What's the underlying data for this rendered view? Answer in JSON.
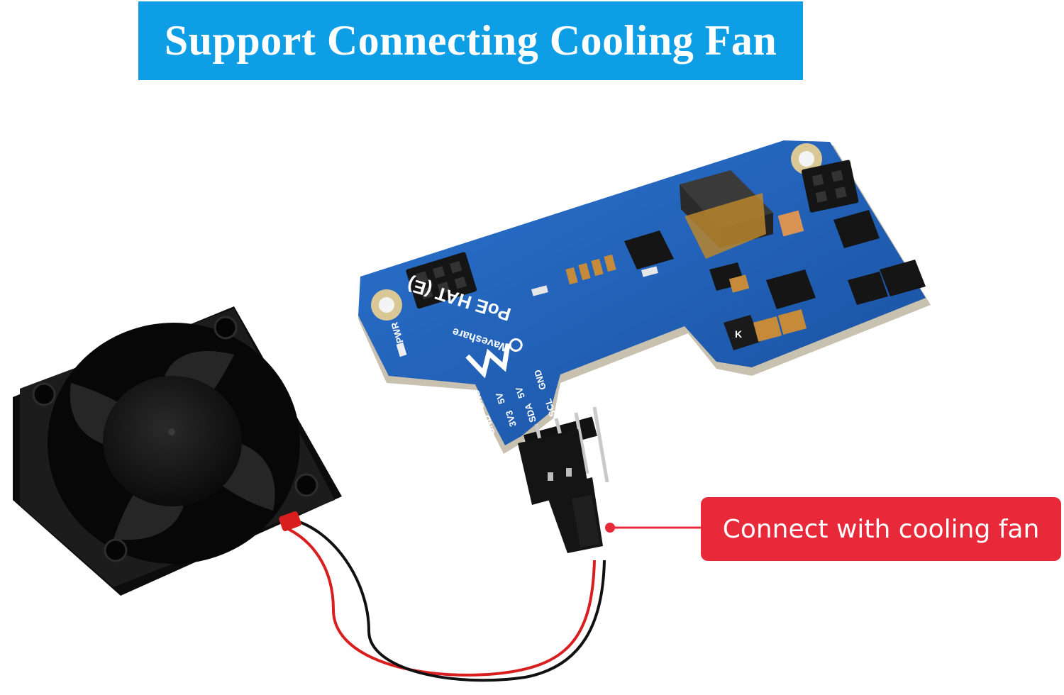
{
  "title": "Support Connecting Cooling Fan",
  "callout": "Connect with cooling fan",
  "board": {
    "name": "PoE HAT (E)",
    "brand": "Waveshare",
    "pwr_label": "PWR",
    "pin_labels": [
      "GND",
      "GND",
      "5V",
      "5V",
      "3V3",
      "SDA",
      "SCL",
      "GND"
    ],
    "inductor_mark": "K"
  },
  "colors": {
    "banner": "#0d9ee6",
    "callout": "#e8293a",
    "pcb": "#1f5fb8",
    "fan": "#1a1a1a",
    "wire_red": "#d81e1e",
    "wire_black": "#111111"
  }
}
